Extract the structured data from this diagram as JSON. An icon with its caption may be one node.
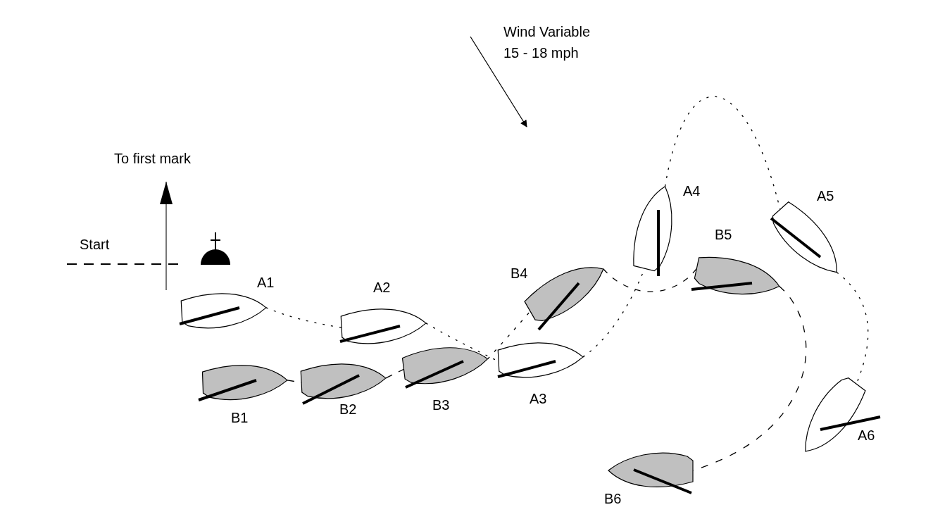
{
  "diagram": {
    "nodes": [
      {
        "text": [],
        "shape": "boat",
        "beside": [
          "A1"
        ]
      },
      {
        "text": [],
        "shape": "boat",
        "beside": [
          "A2"
        ]
      },
      {
        "text": [],
        "shape": "boat",
        "beside": [
          "A3"
        ]
      },
      {
        "text": [],
        "shape": "boat",
        "beside": [
          "A4"
        ]
      },
      {
        "text": [],
        "shape": "boat",
        "beside": [
          "A5"
        ]
      },
      {
        "text": [],
        "shape": "boat",
        "beside": [
          "A6"
        ]
      },
      {
        "text": [],
        "shape": "boat",
        "beside": [
          "B1"
        ]
      },
      {
        "text": [],
        "shape": "boat",
        "beside": [
          "B2"
        ]
      },
      {
        "text": [],
        "shape": "boat",
        "beside": [
          "B3"
        ]
      },
      {
        "text": [],
        "shape": "boat",
        "beside": [
          "B4"
        ]
      },
      {
        "text": [],
        "shape": "boat",
        "beside": [
          "B5"
        ]
      },
      {
        "text": [],
        "shape": "boat",
        "beside": [
          "B6"
        ]
      }
    ],
    "edges": [
      {
        "from": 0,
        "to": 1,
        "arrow": "none",
        "style": "dashed"
      },
      {
        "from": 1,
        "to": 2,
        "arrow": "none",
        "style": "dashed"
      },
      {
        "from": 2,
        "to": 3,
        "arrow": "none",
        "style": "dashed"
      },
      {
        "from": 3,
        "to": 4,
        "arrow": "none",
        "style": "dashed"
      },
      {
        "from": 4,
        "to": 5,
        "arrow": "none",
        "style": "dashed"
      },
      {
        "from": 6,
        "to": 7,
        "arrow": "none",
        "style": "dashed"
      },
      {
        "from": 7,
        "to": 8,
        "arrow": "none",
        "style": "dashed"
      },
      {
        "from": 8,
        "to": 9,
        "arrow": "none",
        "style": "dashed"
      },
      {
        "from": 9,
        "to": 10,
        "arrow": "none",
        "style": "dashed"
      },
      {
        "from": 10,
        "to": 11,
        "arrow": "none",
        "style": "dashed"
      }
    ],
    "labels": [
      "Wind Variable 15 - 18 mph",
      "To first mark",
      "Start"
    ]
  }
}
